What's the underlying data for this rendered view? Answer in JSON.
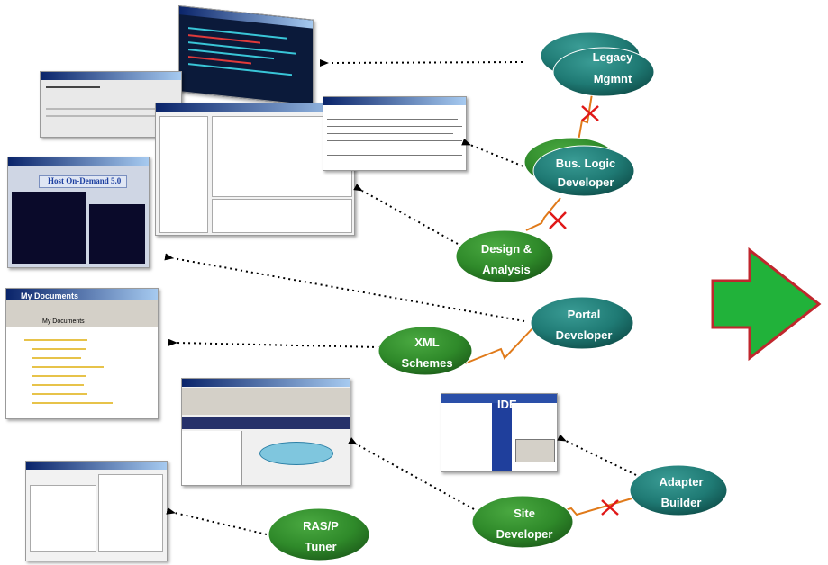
{
  "roles": {
    "legacy_mgmt": {
      "line1": "Legacy",
      "line2": "Mgmnt"
    },
    "bus_logic_developer": {
      "line1": "Bus. Logic",
      "line2": "Developer"
    },
    "design_analysis": {
      "line1": "Design &",
      "line2": "Analysis"
    },
    "portal_developer": {
      "line1": "Portal",
      "line2": "Developer"
    },
    "xml_schemes": {
      "line1": "XML",
      "line2": "Schemes"
    },
    "adapter_builder": {
      "line1": "Adapter",
      "line2": "Builder"
    },
    "site_developer": {
      "line1": "Site",
      "line2": "Developer"
    },
    "ras_p_tuner": {
      "line1": "RAS/P",
      "line2": "Tuner"
    }
  },
  "screenshots": {
    "ide_label": "IDE",
    "my_documents_title": "My Documents",
    "my_documents_address": "My Documents",
    "host_on_demand_title": "Host On-Demand 5.0"
  },
  "colors": {
    "role_fill": "#2f8a2a",
    "role_fill_dark": "#1d5e1a",
    "role_teal": "#1f7a74",
    "role_teal_dark": "#0f4f4b",
    "arrow_fill": "#21b23a",
    "arrow_outline": "#c0272d",
    "link_line": "#e07a1a",
    "blocked_mark": "#e01818"
  }
}
